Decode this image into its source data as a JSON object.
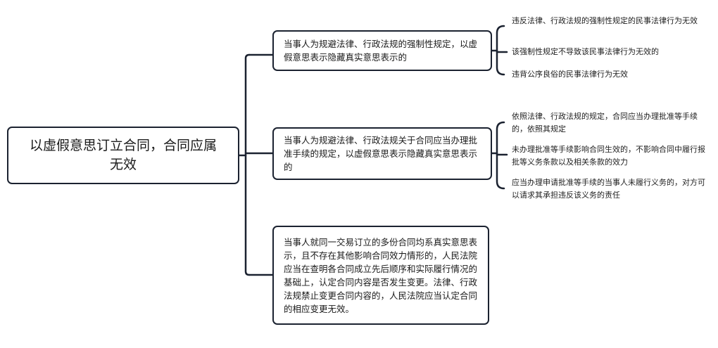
{
  "root": {
    "label": "以虚假意思订立合同，合同应属无效"
  },
  "branches": [
    {
      "label": "当事人为规避法律、行政法规的强制性规定，以虚假意思表示隐藏真实意思表示的",
      "children": [
        "违反法律、行政法规的强制性规定的民事法律行为无效",
        "该强制性规定不导致该民事法律行为无效的",
        "违背公序良俗的民事法律行为无效"
      ]
    },
    {
      "label": "当事人为规避法律、行政法规关于合同应当办理批准手续的规定，以虚假意思表示隐藏真实意思表示的",
      "children": [
        "依照法律、行政法规的规定，合同应当办理批准等手续的，依照其规定",
        "未办理批准等手续影响合同生效的，不影响合同中履行报批等义务条款以及相关条款的效力",
        "应当办理申请批准等手续的当事人未履行义务的，对方可以请求其承担违反该义务的责任"
      ]
    },
    {
      "label": "当事人就同一交易订立的多份合同均系真实意思表示，且不存在其他影响合同效力情形的，人民法院应当在查明各合同成立先后顺序和实际履行情况的基础上，认定合同内容是否发生变更。法律、行政法规禁止变更合同内容的，人民法院应当认定合同的相应变更无效。",
      "children": []
    }
  ]
}
